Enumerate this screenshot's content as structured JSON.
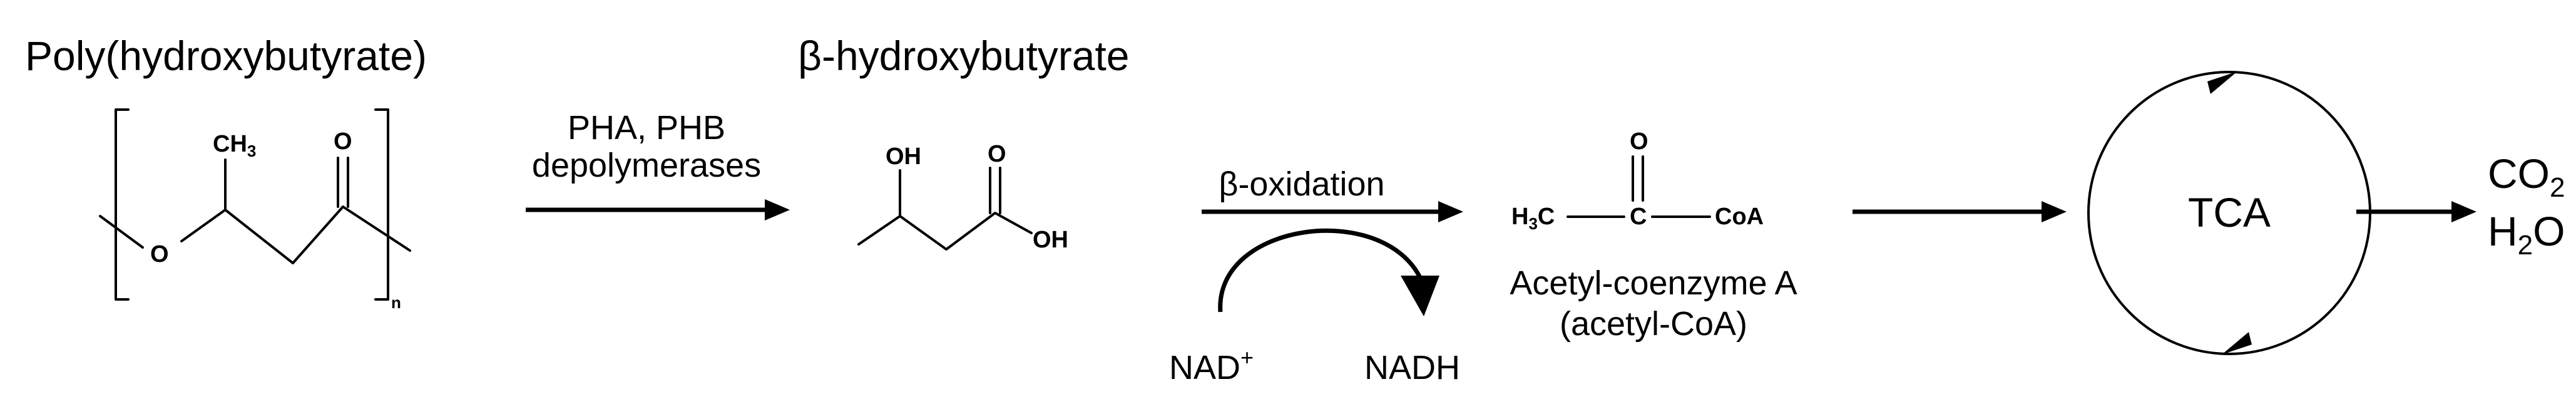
{
  "compounds": {
    "phb_name": "Poly(hydroxybutyrate)",
    "hb_name": "β-hydroxybutyrate",
    "acetyl_name_line1": "Acetyl-coenzyme A",
    "acetyl_name_line2": "(acetyl-CoA)"
  },
  "structure_labels": {
    "ch3": "CH",
    "ch3_sub": "3",
    "o_carbonyl": "O",
    "o_ester": "O",
    "n_subscript": "n",
    "oh_top": "OH",
    "o_acid": "O",
    "oh_acid": "OH",
    "h3c": "H",
    "h3c_sub": "3",
    "h3c_c": "C",
    "acetyl_c": "C",
    "acetyl_o": "O",
    "coa": "CoA"
  },
  "steps": {
    "enzyme_line1": "PHA, PHB",
    "enzyme_line2": "depolymerases",
    "beta_oxidation": "β-oxidation",
    "nad_plus": "NAD",
    "nad_plus_sup": "+",
    "nadh": "NADH"
  },
  "cycle": {
    "label": "TCA"
  },
  "products": {
    "co2": "CO",
    "co2_sub": "2",
    "h2o_h": "H",
    "h2o_sub": "2",
    "h2o_o": "O"
  }
}
